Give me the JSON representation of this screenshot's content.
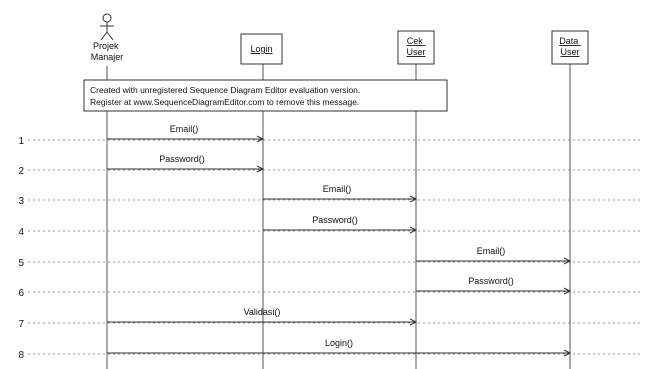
{
  "participants": [
    {
      "name": "Projek\nManajer",
      "kind": "actor"
    },
    {
      "name": "Login",
      "kind": "object"
    },
    {
      "name": "Cek\nUser",
      "kind": "object"
    },
    {
      "name": "Data\nUser",
      "kind": "object"
    }
  ],
  "notice": {
    "line1": "Created with unregistered Sequence Diagram Editor evaluation version.",
    "line2": "Register at www.SequenceDiagramEditor.com to remove this message."
  },
  "messages": [
    {
      "number": "1",
      "label": "Email()",
      "from": 0,
      "to": 1
    },
    {
      "number": "2",
      "label": "Password()",
      "from": 0,
      "to": 1
    },
    {
      "number": "3",
      "label": "Email()",
      "from": 1,
      "to": 2
    },
    {
      "number": "4",
      "label": "Password()",
      "from": 1,
      "to": 2
    },
    {
      "number": "5",
      "label": "Email()",
      "from": 2,
      "to": 3
    },
    {
      "number": "6",
      "label": "Password()",
      "from": 2,
      "to": 3
    },
    {
      "number": "7",
      "label": "Validasi()",
      "from": 0,
      "to": 2
    },
    {
      "number": "8",
      "label": "Login()",
      "from": 0,
      "to": 3
    }
  ]
}
